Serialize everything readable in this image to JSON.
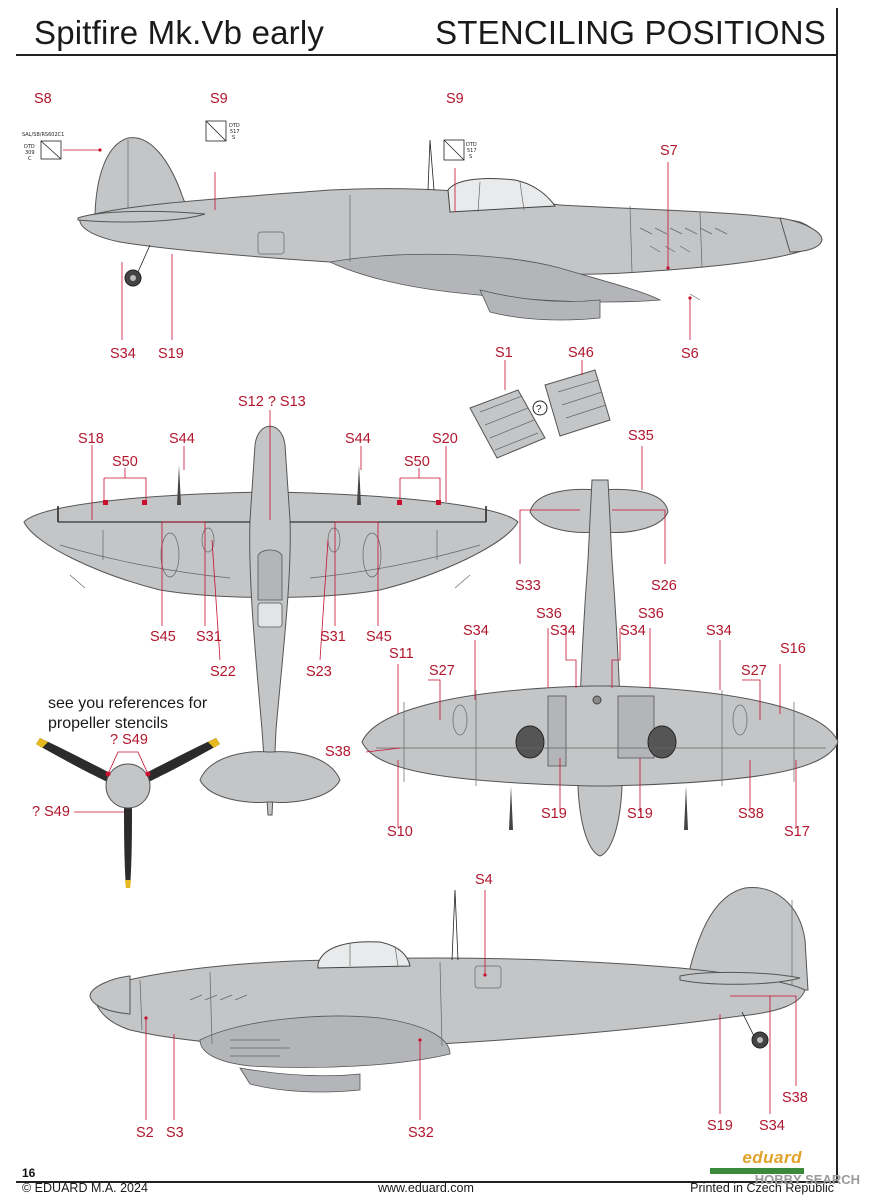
{
  "header": {
    "title_left": "Spitfire Mk.Vb early",
    "title_right": "STENCILING POSITIONS"
  },
  "colors": {
    "aircraft_fill": "#c3c5c7",
    "aircraft_stroke": "#555555",
    "label_red": "#b2162d",
    "marker_red": "#c8102e",
    "propeller_blade": "#2b2b2b",
    "propeller_tip": "#e6b91e",
    "brand_green": "#3a8a3a",
    "brand_gold": "#e0a22a"
  },
  "views": {
    "left_profile": {
      "labels": [
        "S8",
        "S9",
        "S9",
        "S7",
        "S34",
        "S19",
        "S6"
      ],
      "stencil_texts": {
        "s8_small": "SAL/SB/RS602C1",
        "s8_dtd": "DTD",
        "s8_num": "309",
        "s8_c": "C",
        "s9_dtd": "DTD",
        "s9_num": "517",
        "s9_s": "S"
      }
    },
    "upper_plan": {
      "labels": [
        "S12 ? S13",
        "S18",
        "S44",
        "S44",
        "S20",
        "S50",
        "S50",
        "S45",
        "S31",
        "S31",
        "S45",
        "S22",
        "S23"
      ]
    },
    "cowling_parts": {
      "labels": [
        "S1",
        "S46"
      ],
      "question_mark": "?"
    },
    "lower_plan": {
      "labels": [
        "S35",
        "S33",
        "S26",
        "S36",
        "S36",
        "S34",
        "S34",
        "S34",
        "S34",
        "S16",
        "S11",
        "S27",
        "S27",
        "S38",
        "S38",
        "S19",
        "S19",
        "S10",
        "S17"
      ]
    },
    "propeller": {
      "note_line1": "see you references for",
      "note_line2": "propeller stencils",
      "labels": [
        "? S49",
        "? S49"
      ]
    },
    "right_profile": {
      "labels": [
        "S4",
        "S2",
        "S3",
        "S32",
        "S19",
        "S34",
        "S38"
      ]
    }
  },
  "footer": {
    "page_number": "16",
    "copyright": "© EDUARD M.A. 2024",
    "website": "www.eduard.com",
    "printed": "Printed in Czech Republic",
    "brand": "eduard",
    "watermark": "HOBBY SEARCH"
  }
}
